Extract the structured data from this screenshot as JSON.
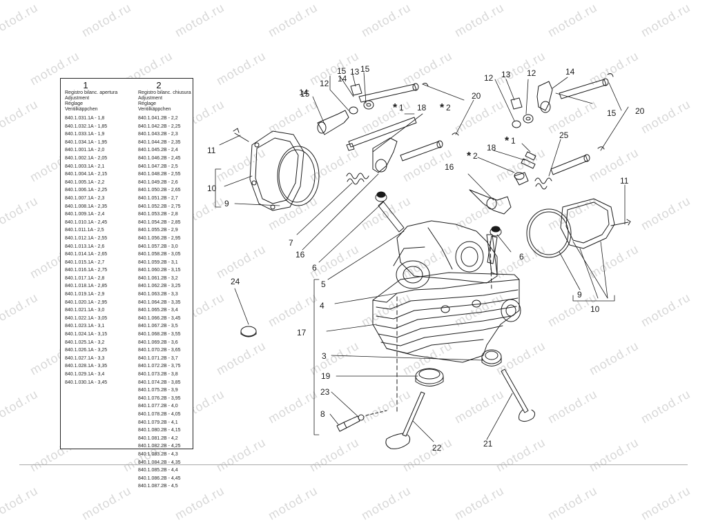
{
  "watermark": "motod.ru",
  "table": {
    "col1": {
      "number": "1",
      "header": [
        "Registro bilanc. apertura",
        "Adjustment",
        "Réglage",
        "Ventilkäppchen"
      ],
      "rows": [
        "840.1.031.1A - 1,8",
        "840.1.032.1A - 1,85",
        "840.1.033.1A - 1,9",
        "840.1.034.1A - 1,95",
        "840.1.001.1A - 2,0",
        "840.1.002.1A - 2,05",
        "840.1.003.1A - 2,1",
        "840.1.004.1A - 2,15",
        "840.1.005.1A - 2,2",
        "840.1.006.1A - 2,25",
        "840.1.007.1A - 2,3",
        "840.1.008.1A - 2,35",
        "840.1.009.1A - 2,4",
        "840.1.010.1A - 2,45",
        "840.1.011.1A - 2,5",
        "840.1.012.1A - 2,55",
        "840.1.013.1A - 2,6",
        "840.1.014.1A - 2,65",
        "840.1.015.1A - 2,7",
        "840.1.016.1A - 2,75",
        "840.1.017.1A - 2,8",
        "840.1.018.1A - 2,85",
        "840.1.019.1A - 2,9",
        "840.1.020.1A - 2,95",
        "840.1.021.1A - 3,0",
        "840.1.022.1A - 3,05",
        "840.1.023.1A - 3,1",
        "840.1.024.1A - 3,15",
        "840.1.025.1A - 3,2",
        "840.1.026.1A - 3,25",
        "840.1.027.1A - 3,3",
        "840.1.028.1A - 3,35",
        "840.1.029.1A - 3,4",
        "840.1.030.1A - 3,45"
      ]
    },
    "col2": {
      "number": "2",
      "header": [
        "Registro bilanc. chiusura",
        "Adjustment",
        "Réglage",
        "Ventilkäppchen"
      ],
      "rows": [
        "840.1.041.2B - 2,2",
        "840.1.042.2B - 2,25",
        "840.1.043.2B - 2,3",
        "840.1.044.2B - 2,35",
        "840.1.045.2B - 2,4",
        "840.1.046.2B - 2,45",
        "840.1.047.2B - 2,5",
        "840.1.048.2B - 2,55",
        "840.1.049.2B - 2,6",
        "840.1.050.2B - 2,65",
        "840.1.051.2B - 2,7",
        "840.1.052.2B - 2,75",
        "840.1.053.2B - 2,8",
        "840.1.054.2B - 2,85",
        "840.1.055.2B - 2,9",
        "840.1.056.2B - 2,95",
        "840.1.057.2B - 3,0",
        "840.1.058.2B - 3,05",
        "840.1.059.2B - 3,1",
        "840.1.060.2B - 3,15",
        "840.1.061.2B - 3,2",
        "840.1.062.2B - 3,25",
        "840.1.063.2B - 3,3",
        "840.1.064.2B - 3,35",
        "840.1.065.2B - 3,4",
        "840.1.066.2B - 3,45",
        "840.1.067.2B - 3,5",
        "840.1.068.2B - 3,55",
        "840.1.069.2B - 3,6",
        "840.1.070.2B - 3,65",
        "840.1.071.2B - 3,7",
        "840.1.072.2B - 3,75",
        "840.1.073.2B - 3,8",
        "840.1.074.2B - 3,85",
        "840.1.075.2B - 3,9",
        "840.1.076.2B - 3,95",
        "840.1.077.2B - 4,0",
        "840.1.078.2B - 4,05",
        "840.1.079.2B - 4,1",
        "840.1.080.2B - 4,15",
        "840.1.081.2B - 4,2",
        "840.1.082.2B - 4,25",
        "840.1.083.2B - 4,3",
        "840.1.084.2B - 4,35",
        "840.1.085.2B - 4,4",
        "840.1.086.2B - 4,45",
        "840.1.087.2B - 4,5"
      ]
    }
  },
  "callouts": [
    "1",
    "2",
    "3",
    "4",
    "5",
    "6",
    "7",
    "8",
    "9",
    "10",
    "11",
    "12",
    "13",
    "14",
    "15",
    "16",
    "17",
    "18",
    "19",
    "20",
    "21",
    "22",
    "23",
    "24",
    "25"
  ],
  "star": "*",
  "colors": {
    "ink": "#1a1a1a",
    "watermark": "#d8d8d8",
    "rule": "#aaaaaa"
  }
}
